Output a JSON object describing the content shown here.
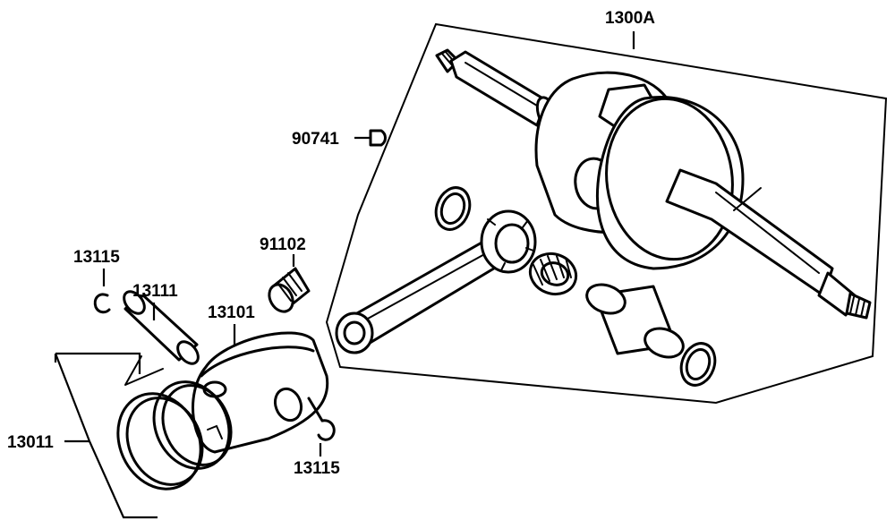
{
  "labels": {
    "assembly": "1300A",
    "key": "90741",
    "bearing": "91102",
    "clip_top": "13115",
    "pin": "13111",
    "piston": "13101",
    "rings": "13011",
    "clip_bottom": "13115"
  }
}
